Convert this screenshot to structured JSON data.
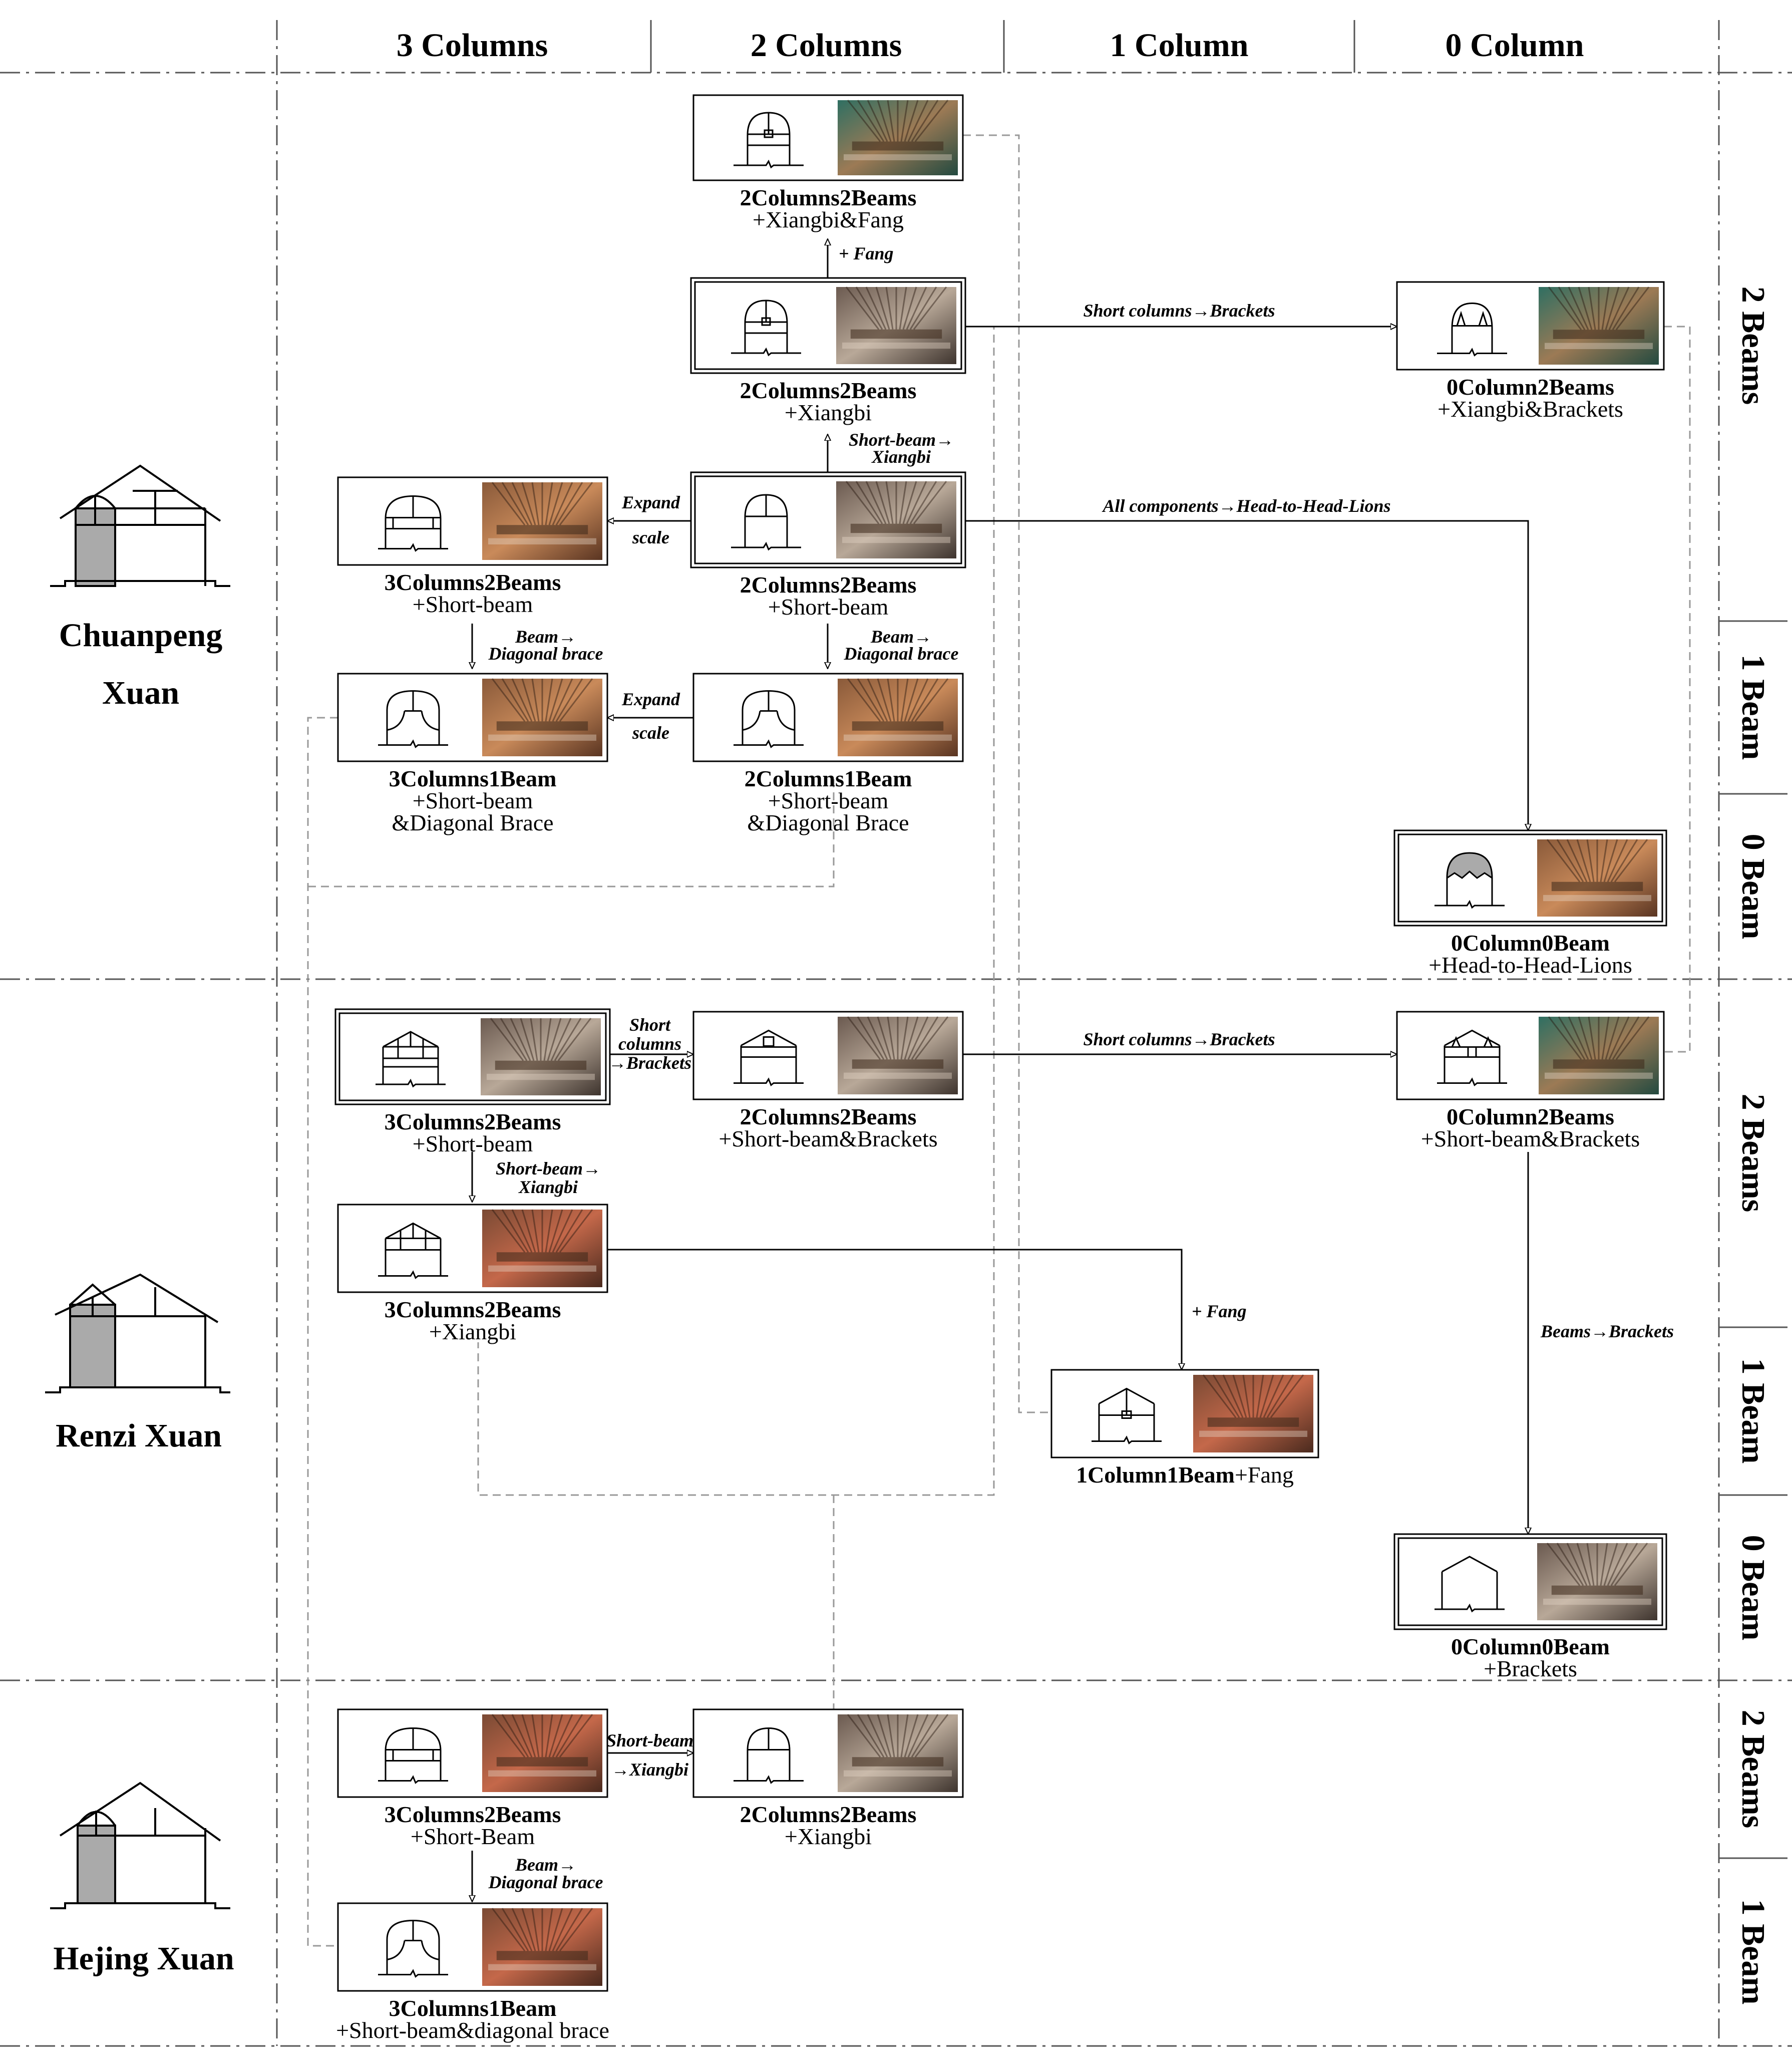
{
  "column_headers": [
    "3 Columns",
    "2 Columns",
    "1 Column",
    "0 Column"
  ],
  "styles": [
    {
      "name": "Chuanpeng",
      "name2": "Xuan"
    },
    {
      "name": "Renzi Xuan",
      "name2": ""
    },
    {
      "name": "Hejing Xuan",
      "name2": ""
    }
  ],
  "beam_labels": [
    "2 Beams",
    "1 Beam",
    "0 Beam",
    "2 Beams",
    "1 Beam",
    "0 Beam",
    "2 Beams",
    "1 Beam"
  ],
  "nodes": [
    {
      "title": "2Columns2Beams",
      "sub": "+Xiangbi&Fang"
    },
    {
      "title": "2Columns2Beams",
      "sub": "+Xiangbi"
    },
    {
      "title": "0Column2Beams",
      "sub": "+Xiangbi&Brackets"
    },
    {
      "title": "3Columns2Beams",
      "sub": "+Short-beam"
    },
    {
      "title": "2Columns2Beams",
      "sub": "+Short-beam"
    },
    {
      "title": "3Columns1Beam",
      "sub": "+Short-beam",
      "sub2": "&Diagonal Brace"
    },
    {
      "title": "2Columns1Beam",
      "sub": "+Short-beam",
      "sub2": "&Diagonal Brace"
    },
    {
      "title": "0Column0Beam",
      "sub": "+Head-to-Head-Lions"
    },
    {
      "title": "3Columns2Beams",
      "sub": "+Short-beam"
    },
    {
      "title": "2Columns2Beams",
      "sub": "+Short-beam&Brackets"
    },
    {
      "title": "0Column2Beams",
      "sub": "+Short-beam&Brackets"
    },
    {
      "title": "3Columns2Beams",
      "sub": "+Xiangbi"
    },
    {
      "title": "1Column1Beam",
      "sub": "+Fang"
    },
    {
      "title": "0Column0Beam",
      "sub": "+Brackets"
    },
    {
      "title": "3Columns2Beams",
      "sub": "+Short-Beam"
    },
    {
      "title": "2Columns2Beams",
      "sub": "+Xiangbi"
    },
    {
      "title": "3Columns1Beam",
      "sub": "+Short-beam&diagonal brace"
    }
  ],
  "annotations": {
    "fang": "+ Fang",
    "short_columns_brackets": "Short columns→Brackets",
    "short_beam_arrow": "Short-beam→",
    "xiangbi": "Xiangbi",
    "expand": "Expand",
    "scale": "scale",
    "all_components": "All components→Head-to-Head-Lions",
    "beam_arrow": "Beam→",
    "diagonal_brace": "Diagonal brace",
    "short": "Short",
    "columns": "columns",
    "brackets_arrow": "→Brackets",
    "short_beam": "Short-beam",
    "xiangbi_arrow": "→Xiangbi",
    "beams_brackets": "Beams→Brackets"
  }
}
